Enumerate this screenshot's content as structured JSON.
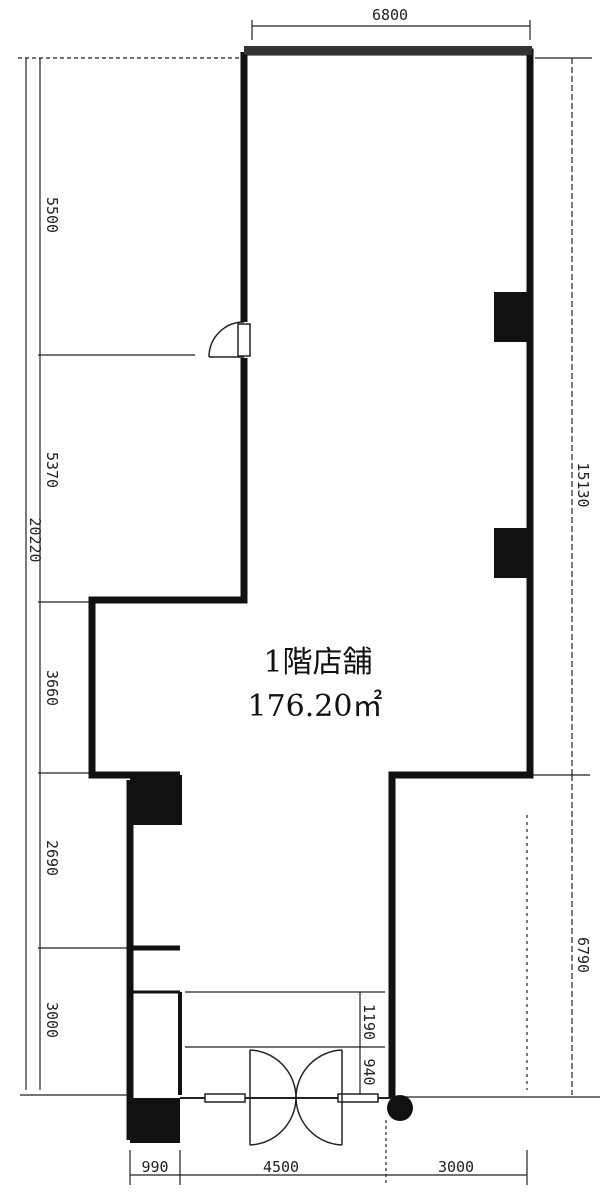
{
  "dimensions": {
    "top_width": "6800",
    "left_total": "20220",
    "left_segments": [
      "5500",
      "5370",
      "3660",
      "2690",
      "3000"
    ],
    "right_upper": "15130",
    "right_lower": "6790",
    "bottom_segments": [
      "990",
      "4500",
      "3000"
    ],
    "entrance_depth_1": "1190",
    "entrance_depth_2": "940"
  },
  "room": {
    "name": "1階店舗",
    "area": "176.20㎡"
  },
  "colors": {
    "wall": "#111111",
    "line": "#222222",
    "background": "#ffffff"
  }
}
